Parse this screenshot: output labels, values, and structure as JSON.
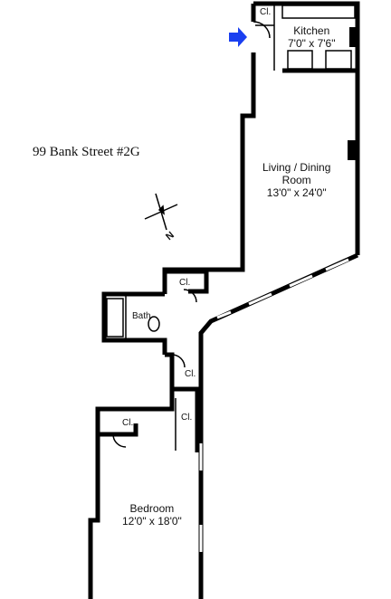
{
  "address": "99 Bank Street #2G",
  "compass": {
    "north_label": "N"
  },
  "entry_arrow_color": "#1a3ff0",
  "rooms": {
    "kitchen": {
      "name": "Kitchen",
      "dims": "7'0\" x 7'6\""
    },
    "living": {
      "name_line1": "Living / Dining",
      "name_line2": "Room",
      "dims": "13'0\" x 24'0\""
    },
    "bath": {
      "name": "Bath"
    },
    "bedroom": {
      "name": "Bedroom",
      "dims": "12'0\" x 18'0\""
    }
  },
  "closet_label": "Cl."
}
